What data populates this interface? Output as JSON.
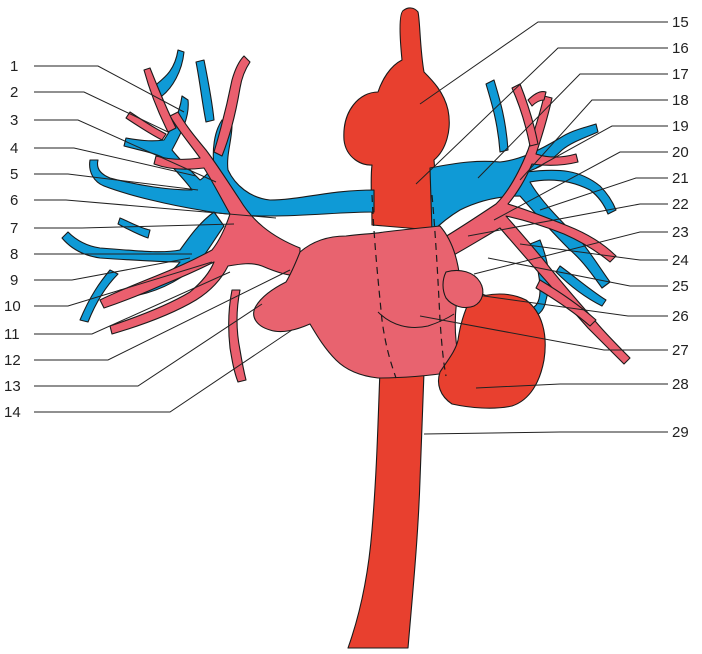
{
  "colors": {
    "artery": "#e8402f",
    "pulmonary_artery": "#ea5f6e",
    "pulmonary_vein": "#0f9ad6",
    "atrium": "#e8636f",
    "outline": "#1a1a1a",
    "leader": "#222222"
  },
  "labels_left": [
    "1",
    "2",
    "3",
    "4",
    "5",
    "6",
    "7",
    "8",
    "9",
    "10",
    "11",
    "12",
    "13",
    "14"
  ],
  "labels_right": [
    "15",
    "16",
    "17",
    "18",
    "19",
    "20",
    "21",
    "22",
    "23",
    "24",
    "25",
    "26",
    "27",
    "28",
    "29"
  ]
}
